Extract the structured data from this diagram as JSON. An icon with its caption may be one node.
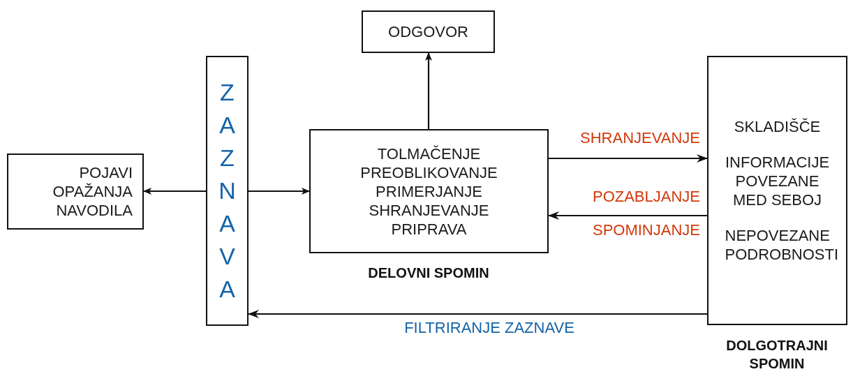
{
  "diagram": {
    "nodes": [
      {
        "text": [
          "POJAVI OPAŽANJA NAVODILA"
        ]
      },
      {
        "text": [
          "ZAZNAVA"
        ]
      },
      {
        "text": [
          "TOLMAČENJE PREOBLIKOVANJE PRIMERJANJE SHRANJEVANJE PRIPRAVA"
        ],
        "beside": [
          "DELOVNI SPOMIN"
        ]
      },
      {
        "text": [
          "ODGOVOR"
        ]
      },
      {
        "text": [
          "SKLADIŠČE",
          "INFORMACIJE POVEZANE MED SEBOJ",
          "NEPOVEZANE PODROBNOSTI"
        ],
        "beside": [
          "DOLGOTRAJNI SPOMIN"
        ]
      }
    ],
    "edges": [
      {
        "from": 1,
        "to": 0,
        "arrow": "to"
      },
      {
        "from": 1,
        "to": 2,
        "arrow": "to"
      },
      {
        "from": 2,
        "to": 3,
        "arrow": "to"
      },
      {
        "from": 2,
        "to": 4,
        "arrow": "to",
        "label": "SHRANJEVANJE"
      },
      {
        "from": 4,
        "to": 2,
        "arrow": "to",
        "label": "POZABLJANJE"
      },
      {
        "from": 4,
        "to": 1,
        "arrow": "to",
        "label": "FILTRIRANJE ZAZNAVE"
      }
    ],
    "labels": [
      "SPOMINJANJE"
    ]
  }
}
